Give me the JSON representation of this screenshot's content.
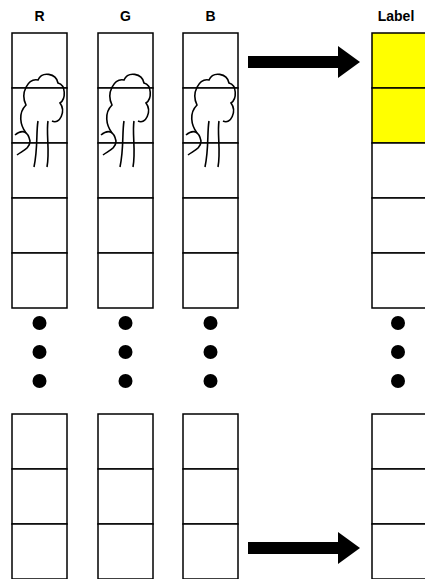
{
  "diagram": {
    "labels": [
      "R",
      "G",
      "B",
      "Label"
    ]
  }
}
